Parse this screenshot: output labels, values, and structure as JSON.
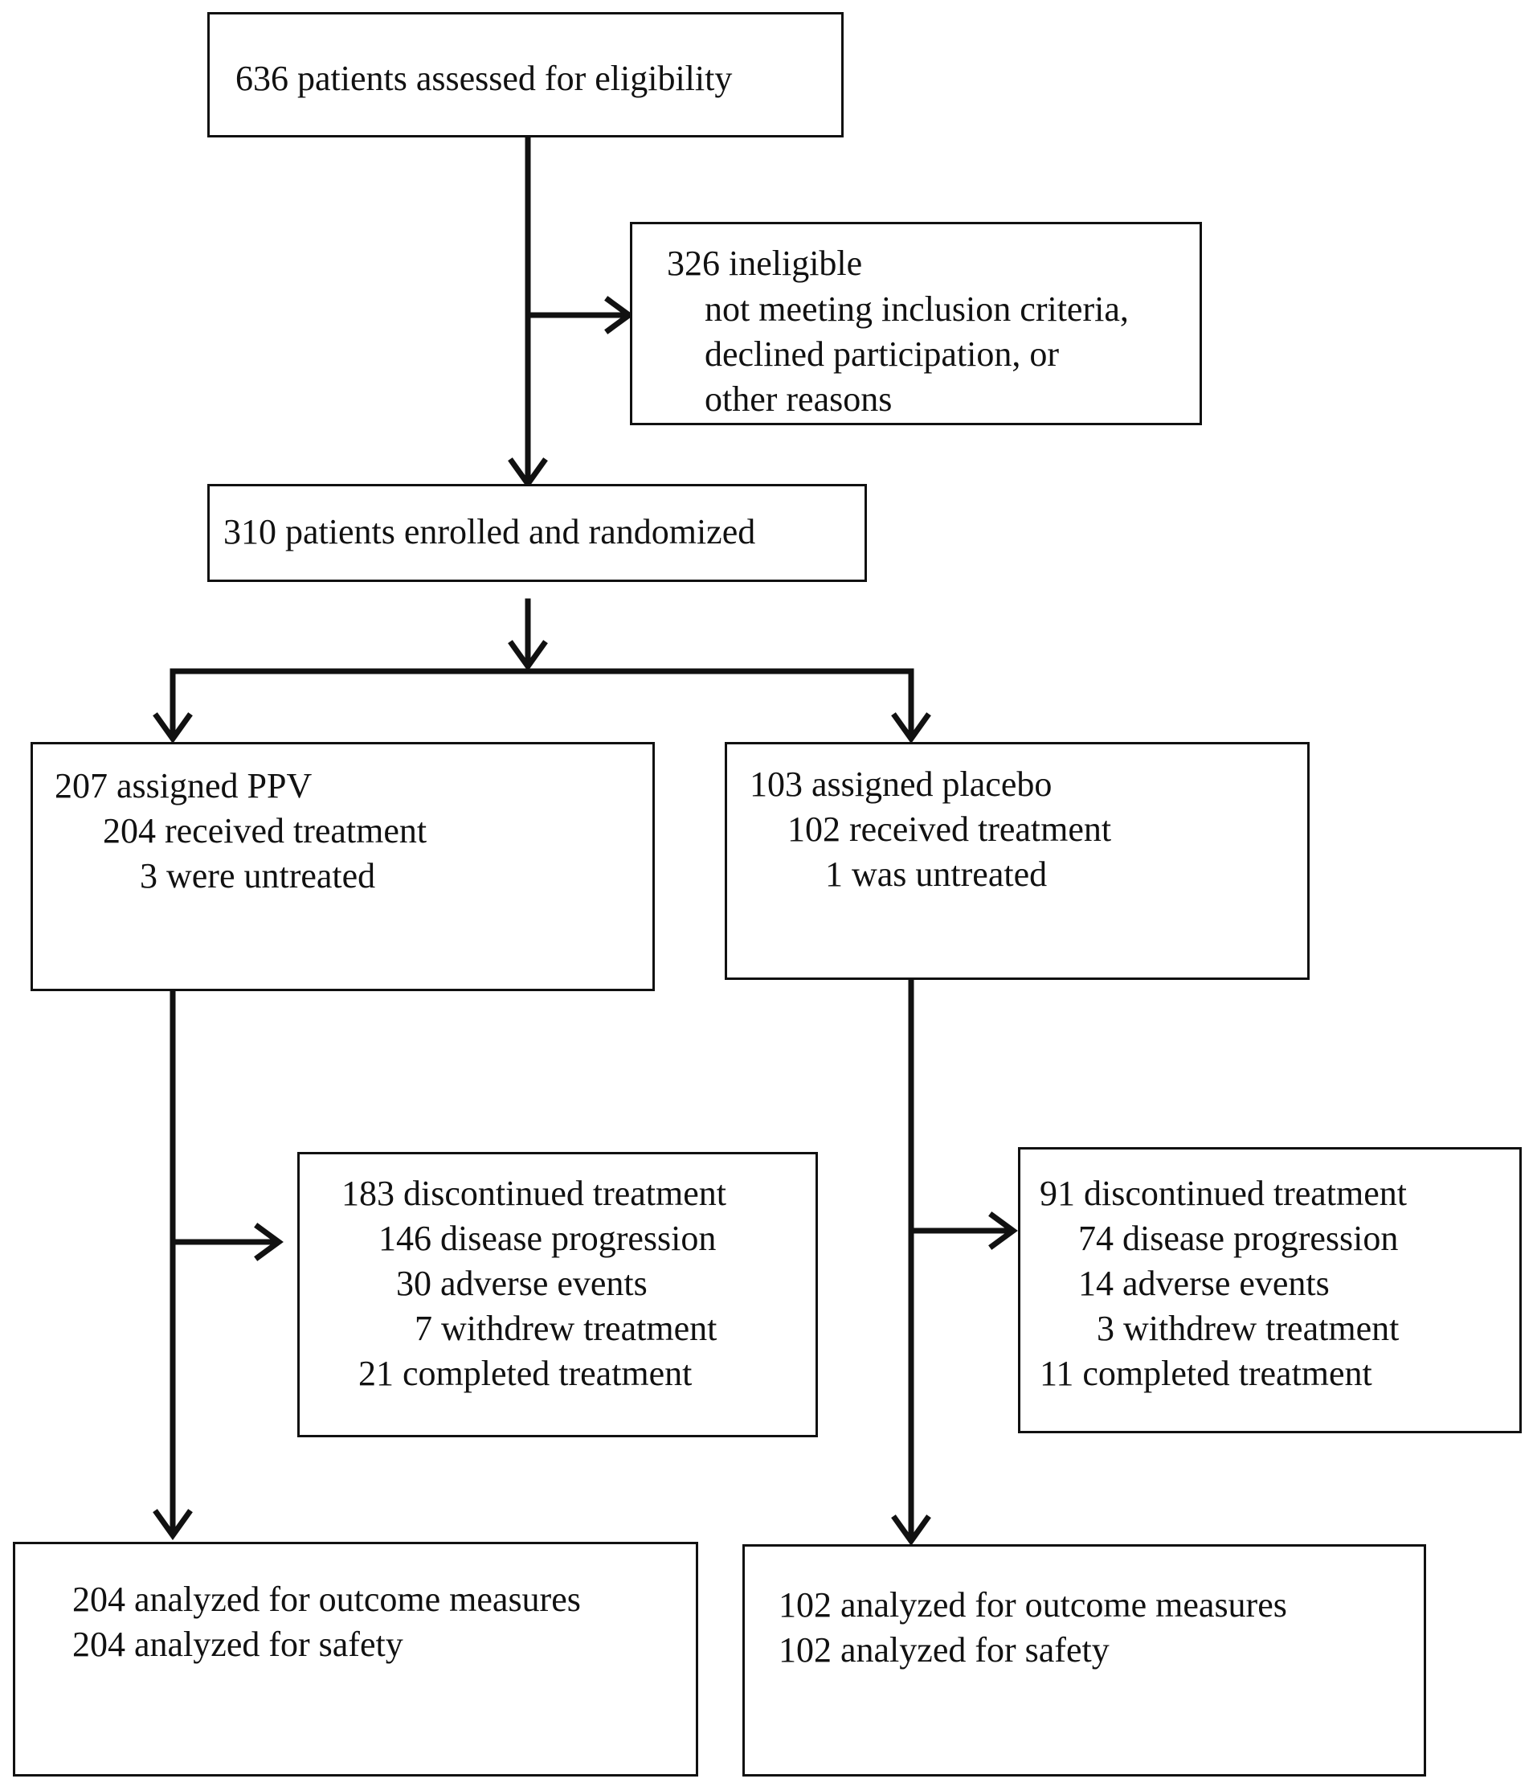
{
  "boxes": {
    "assessed": "636 patients  assessed  for eligibility",
    "ineligible": {
      "title": "326 ineligible",
      "line1": "not meeting inclusion criteria,",
      "line2": "declined participation, or",
      "line3": "other reasons"
    },
    "enrolled": "310 patients enrolled and randomized",
    "ppv": {
      "title": "207 assigned PPV",
      "line1": "204 received treatment",
      "line2": "3 were untreated"
    },
    "placebo": {
      "title": "103 assigned placebo",
      "line1": "102 received treatment",
      "line2": "1 was untreated"
    },
    "ppv_discontinued": {
      "title": "183 discontinued treatment",
      "line1": "146 disease progression",
      "line2": "30 adverse events",
      "line3": "7 withdrew treatment",
      "line4": "21 completed treatment"
    },
    "placebo_discontinued": {
      "title": "91 discontinued treatment",
      "line1": "74 disease progression",
      "line2": "14 adverse events",
      "line3": "3 withdrew treatment",
      "line4": "11 completed treatment"
    },
    "ppv_analyzed": {
      "line1": "204 analyzed for outcome measures",
      "line2": "204 analyzed for safety"
    },
    "placebo_analyzed": {
      "line1": "102 analyzed for outcome measures",
      "line2": "102 analyzed for safety"
    }
  }
}
